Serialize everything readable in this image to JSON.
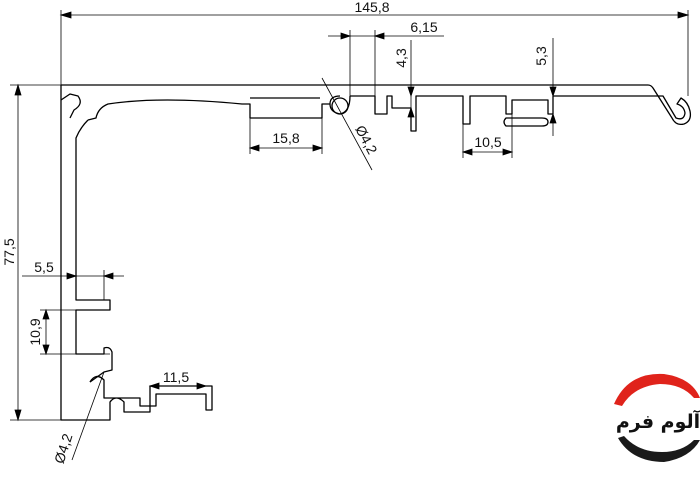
{
  "drawing": {
    "dimensions": {
      "overall_width": "145,8",
      "overall_height": "77,5",
      "top_slot_width": "6,15",
      "top_slot_depth": "4,3",
      "right_slot_depth": "5,3",
      "channel_width": "15,8",
      "right_channel_width": "10,5",
      "hole_top": "Ø4,2",
      "hole_bottom": "Ø4,2",
      "left_offset": "5,5",
      "left_slot_height": "10,9",
      "bottom_channel_width": "11,5"
    },
    "colors": {
      "line": "#000000",
      "background": "#ffffff"
    }
  },
  "logo": {
    "text": "آلوم فرم",
    "colors": {
      "red": "#e0231b",
      "black": "#1a1a1a"
    }
  }
}
